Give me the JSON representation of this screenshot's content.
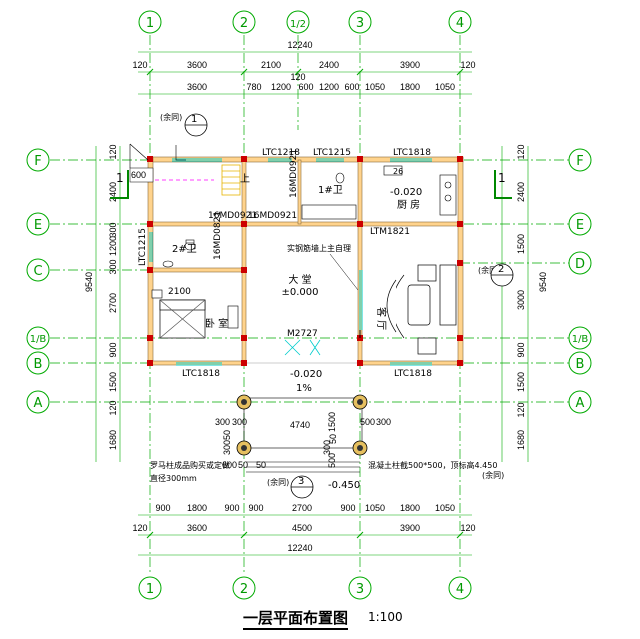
{
  "title": "一层平面布置图",
  "scale": "1:100",
  "axes_top": [
    "1",
    "2",
    "1/2",
    "3",
    "4"
  ],
  "axes_bottom": [
    "1",
    "2",
    "3",
    "4"
  ],
  "axes_left": [
    "F",
    "E",
    "C",
    "1/B",
    "B",
    "A"
  ],
  "axes_right": [
    "F",
    "E",
    "D",
    "1/B",
    "B",
    "A"
  ],
  "dims": {
    "total": "12240",
    "top_row1": [
      "120",
      "3600",
      "2100",
      "2400",
      "3900",
      "120"
    ],
    "top_row2": [
      "3600",
      "780",
      "1200",
      "600",
      "1200",
      "600",
      "1050",
      "1800",
      "1050"
    ],
    "top_120": "120",
    "bottom_row1": [
      "900",
      "1800",
      "900",
      "900",
      "2700",
      "900",
      "1050",
      "1800",
      "1050"
    ],
    "bottom_row2": [
      "120",
      "3600",
      "4500",
      "3900",
      "120"
    ],
    "left": [
      "120",
      "2400",
      "300",
      "1200",
      "300",
      "2700",
      "900",
      "1500",
      "120",
      "1680"
    ],
    "left_total": "9540",
    "right": [
      "120",
      "2400",
      "1500",
      "3000",
      "900",
      "1500",
      "120",
      "1680"
    ],
    "right_total": "9540",
    "porch": [
      "300",
      "300",
      "4740",
      "1500",
      "500",
      "300",
      "600",
      "500",
      "300",
      "300",
      "50",
      "50",
      "50",
      "50"
    ]
  },
  "rooms": {
    "hall": "大 堂",
    "hall_level": "±0.000",
    "living": "客 厅",
    "bedroom": "卧 室",
    "kitchen": "厨 房",
    "kitchen_level": "-0.020",
    "bath1": "1#卫",
    "bath2": "2#卫",
    "stair": "上",
    "porch_level": "-0.020",
    "slope": "1%",
    "step_level": "-0.450"
  },
  "openings": [
    "LTC1218",
    "LTC1215",
    "LTC1818",
    "LTC1215",
    "16MD0921",
    "16MD0921",
    "16MD0821",
    "16MD0921",
    "LTM1821",
    "M2727",
    "LTC1818",
    "LTC1818",
    "2100"
  ],
  "notes": {
    "wall": "实钢筋墙上主自理",
    "column_left": "罗马柱成品购买或定做",
    "column_left2": "直径300mm",
    "column_right": "混凝土柱截500*500，顶标高4.450",
    "detail": "(余同)",
    "section": "1",
    "index_label": "(余同)",
    "index_num": "1",
    "index_num2": "2",
    "index_num3": "3",
    "stove": "26"
  },
  "colors": {
    "axis": "#009900",
    "dim": "#00aa00",
    "wall": "#ffd38c",
    "wallEdge": "#8a6d3b",
    "window": "#00cccc",
    "hatch": "#cc0000",
    "section": "#0000ff",
    "dash": "#ff00ff"
  }
}
